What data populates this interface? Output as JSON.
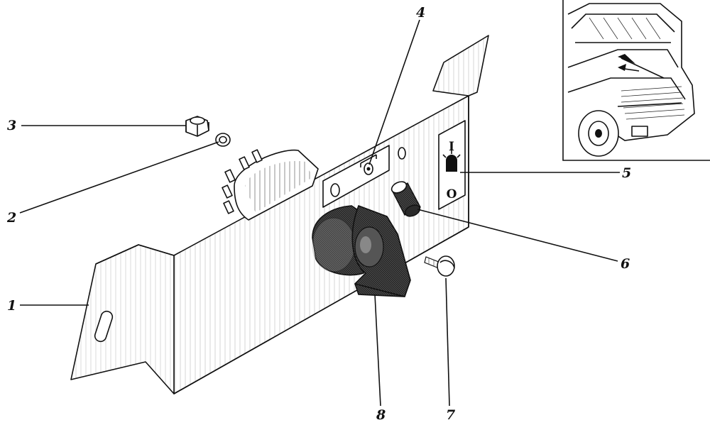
{
  "callouts": [
    {
      "id": "1",
      "text": "1"
    },
    {
      "id": "2",
      "text": "2"
    },
    {
      "id": "3",
      "text": "3"
    },
    {
      "id": "4",
      "text": "4"
    },
    {
      "id": "5",
      "text": "5"
    },
    {
      "id": "6",
      "text": "6"
    },
    {
      "id": "7",
      "text": "7"
    },
    {
      "id": "8",
      "text": "8"
    }
  ],
  "plate": {
    "top_symbol": "I",
    "bottom_symbol": "O"
  },
  "colors": {
    "ink": "#111111",
    "paper": "#ffffff",
    "shade": "#2a2a2a"
  }
}
